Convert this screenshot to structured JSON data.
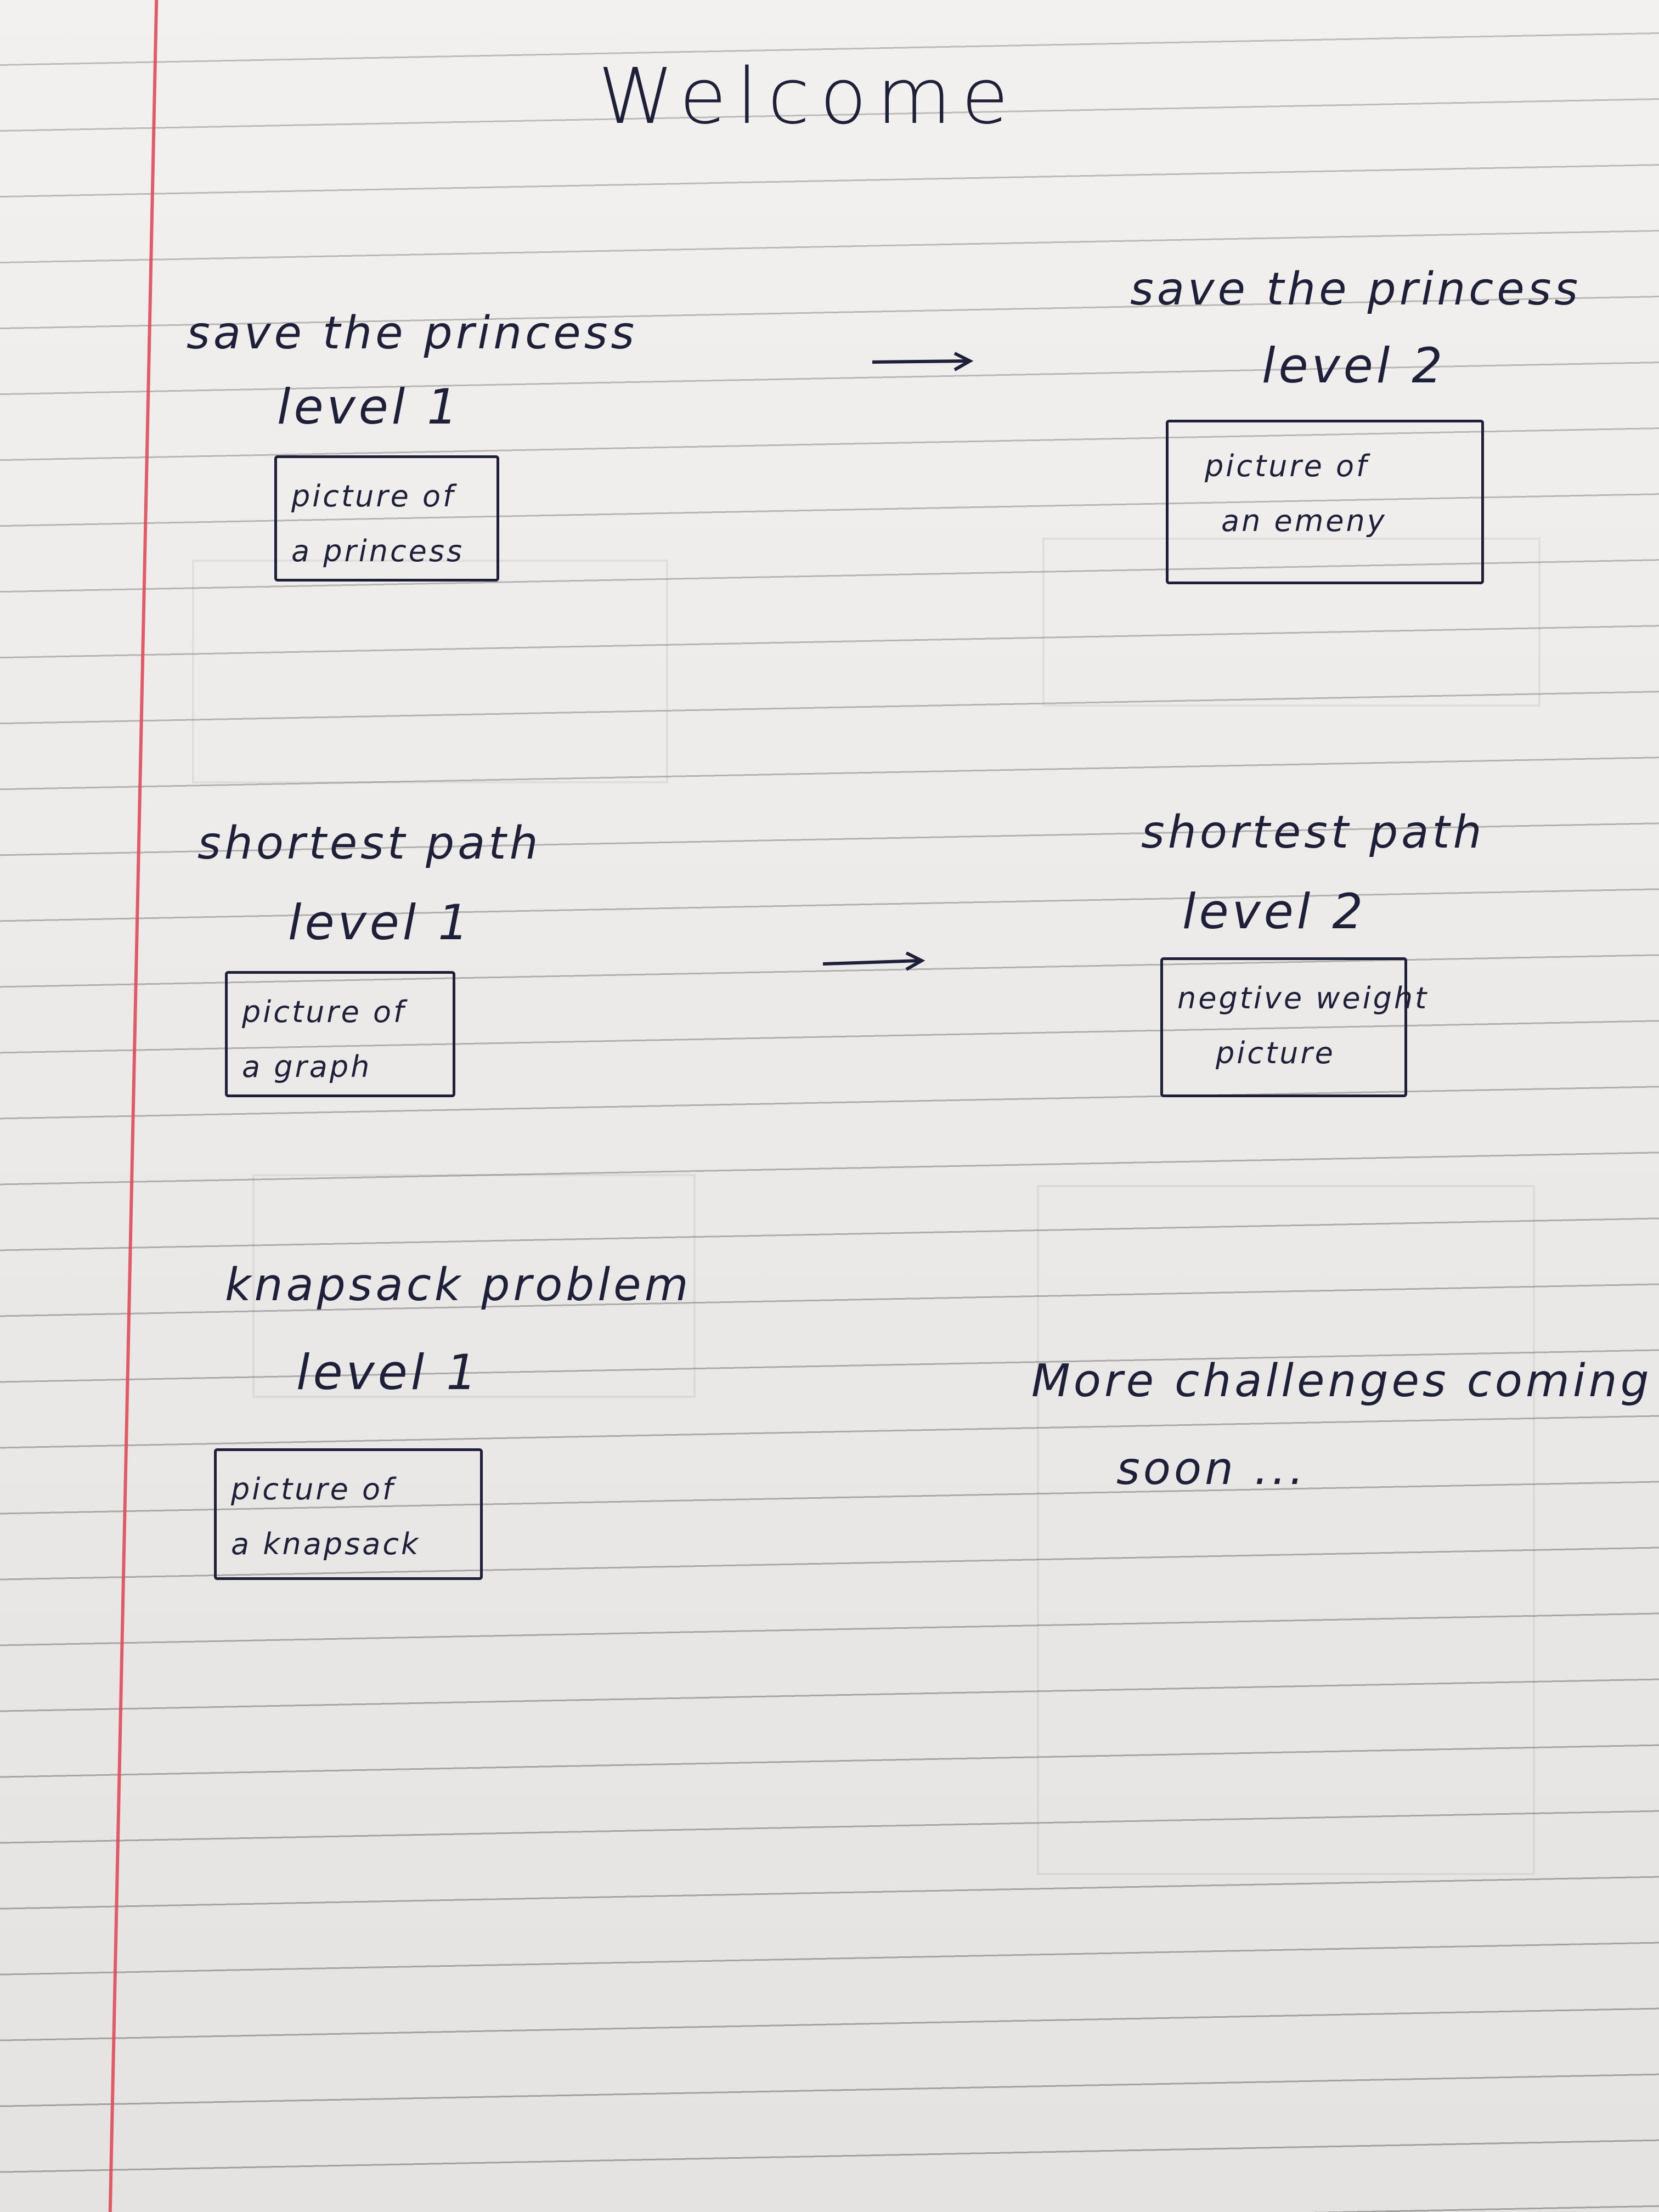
{
  "title": "Welcome",
  "games": [
    {
      "level1": {
        "name": "save the princess",
        "level": "level 1",
        "picture_lines": [
          "picture of",
          "a princess"
        ]
      },
      "level2": {
        "name": "save the princess",
        "level": "level 2",
        "picture_lines": [
          "picture of",
          "an emeny"
        ]
      }
    },
    {
      "level1": {
        "name": "shortest path",
        "level": "level 1",
        "picture_lines": [
          "picture of",
          "a graph"
        ]
      },
      "level2": {
        "name": "shortest path",
        "level": "level 2",
        "picture_lines": [
          "negtive weight",
          "picture"
        ]
      }
    },
    {
      "level1": {
        "name": "knapsack problem",
        "level": "level 1",
        "picture_lines": [
          "picture of",
          "a knapsack"
        ]
      }
    }
  ],
  "more": {
    "line1": "More challenges coming",
    "line2": "soon ..."
  },
  "icons": {
    "progress": "right-arrow-icon"
  },
  "colors": {
    "ink": "#1d2038",
    "paper": "#eeecea",
    "rule": "#a8a7a6",
    "margin": "#e04a5a"
  }
}
